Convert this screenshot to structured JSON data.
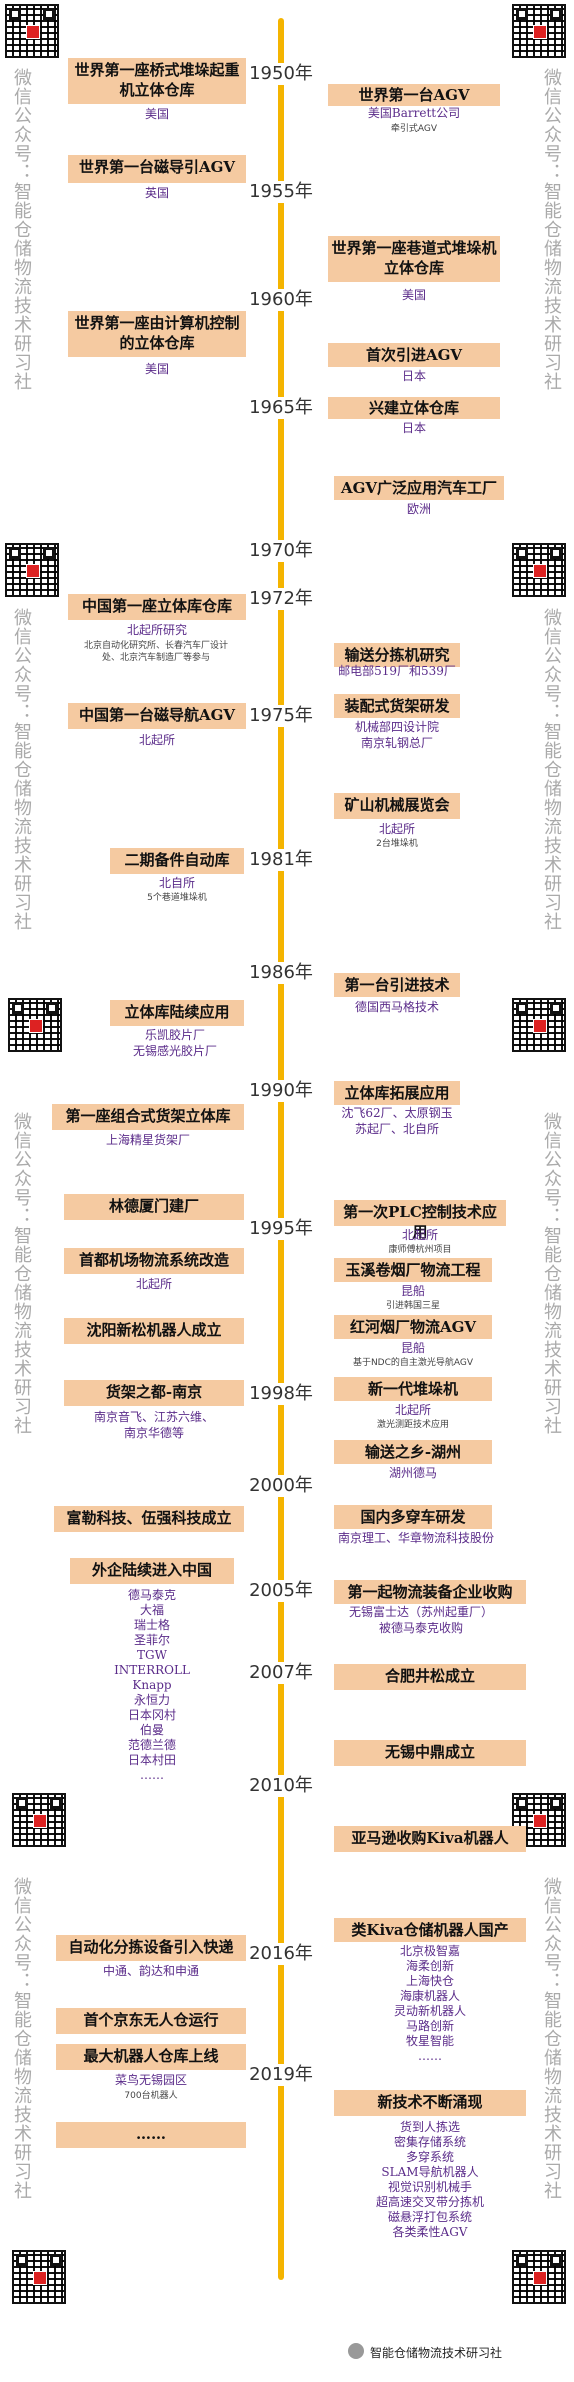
{
  "years": [
    "1950年",
    "1955年",
    "1960年",
    "1965年",
    "1970年",
    "1972年",
    "1975年",
    "1981年",
    "1986年",
    "1990年",
    "1995年",
    "1998年",
    "2000年",
    "2005年",
    "2007年",
    "2010年",
    "2016年",
    "2019年"
  ],
  "side_text": "微信公众号：智能仓储物流技术研习社",
  "footer": "智能仓储物流技术研习社",
  "colors": {
    "axis": "#f4b400",
    "box": "#f5caa1",
    "sub": "#5b2c8a"
  },
  "left": {
    "e1": {
      "title": "世界第一座桥式堆垛起重机立体仓库",
      "sub": "美国"
    },
    "e2": {
      "title": "世界第一台磁导引AGV",
      "sub": "英国"
    },
    "e3": {
      "title": "世界第一座由计算机控制的立体仓库",
      "sub": "美国"
    },
    "e4": {
      "title": "中国第一座立体库仓库",
      "sub": "北起所研究",
      "note": "北京自动化研究所、长春汽车厂设计处、北京汽车制造厂等参与"
    },
    "e5": {
      "title": "中国第一台磁导航AGV",
      "sub": "北起所"
    },
    "e6": {
      "title": "二期备件自动库",
      "sub": "北自所",
      "note": "5个巷道堆垛机"
    },
    "e7": {
      "title": "立体库陆续应用",
      "sub1": "乐凯胶片厂",
      "sub2": "无锡感光胶片厂"
    },
    "e8": {
      "title": "第一座组合式货架立体库",
      "sub": "上海精星货架厂"
    },
    "e9": {
      "title": "林德厦门建厂"
    },
    "e10": {
      "title": "首都机场物流系统改造",
      "sub": "北起所"
    },
    "e11": {
      "title": "沈阳新松机器人成立"
    },
    "e12": {
      "title": "货架之都-南京",
      "sub1": "南京音飞、江苏六维、",
      "sub2": "南京华德等"
    },
    "e13": {
      "title": "富勒科技、伍强科技成立"
    },
    "e14": {
      "title": "外企陆续进入中国",
      "list": [
        "德马泰克",
        "大福",
        "瑞士格",
        "圣菲尔",
        "TGW",
        "INTERROLL",
        "Knapp",
        "永恒力",
        "日本冈村",
        "伯曼",
        "范德兰德",
        "日本村田",
        "……"
      ]
    },
    "e15": {
      "title": "自动化分拣设备引入快递",
      "sub": "中通、韵达和申通"
    },
    "e16": {
      "title": "首个京东无人仓运行"
    },
    "e17": {
      "title": "最大机器人仓库上线",
      "sub": "菜鸟无锡园区",
      "note": "700台机器人"
    },
    "e18": {
      "title": "……"
    }
  },
  "right": {
    "r1": {
      "title": "世界第一台AGV",
      "sub": "美国Barrett公司",
      "note": "牵引式AGV"
    },
    "r2": {
      "title": "世界第一座巷道式堆垛机立体仓库",
      "sub": "美国"
    },
    "r3": {
      "title": "首次引进AGV",
      "sub": "日本"
    },
    "r4": {
      "title": "兴建立体仓库",
      "sub": "日本"
    },
    "r5": {
      "title": "AGV广泛应用汽车工厂",
      "sub": "欧洲"
    },
    "r6": {
      "title": "输送分拣机研究",
      "sub": "邮电部519厂和539厂"
    },
    "r7": {
      "title": "装配式货架研发",
      "sub1": "机械部四设计院",
      "sub2": "南京轧钢总厂"
    },
    "r8": {
      "title": "矿山机械展览会",
      "sub": "北起所",
      "note": "2台堆垛机"
    },
    "r9": {
      "title": "第一台引进技术",
      "sub": "德国西马格技术"
    },
    "r10": {
      "title": "立体库拓展应用",
      "sub1": "沈飞62厂、太原钢玉",
      "sub2": "苏起厂、北自所"
    },
    "r11": {
      "title": "第一次PLC控制技术应用",
      "sub": "北起所",
      "note": "康师傅杭州项目"
    },
    "r12": {
      "title": "玉溪卷烟厂物流工程",
      "sub": "昆船",
      "note": "引进韩国三星"
    },
    "r13": {
      "title": "红河烟厂物流AGV",
      "sub": "昆船",
      "note": "基于NDC的自主激光导航AGV"
    },
    "r14": {
      "title": "新一代堆垛机",
      "sub": "北起所",
      "note": "激光测距技术应用"
    },
    "r15": {
      "title": "输送之乡-湖州",
      "sub": "湖州德马"
    },
    "r16": {
      "title": "国内多穿车研发",
      "sub": "南京理工、华章物流科技股份"
    },
    "r17": {
      "title": "第一起物流装备企业收购",
      "sub1": "无锡富士达（苏州起重厂）",
      "sub2": "被德马泰克收购"
    },
    "r18": {
      "title": "合肥井松成立"
    },
    "r19": {
      "title": "无锡中鼎成立"
    },
    "r20": {
      "title": "亚马逊收购Kiva机器人"
    },
    "r21": {
      "title": "类Kiva仓储机器人国产",
      "list": [
        "北京极智嘉",
        "海柔创新",
        "上海快仓",
        "海康机器人",
        "灵动新机器人",
        "马路创新",
        "牧星智能",
        "……"
      ]
    },
    "r22": {
      "title": "新技术不断涌现",
      "list": [
        "货到人拣选",
        "密集存储系统",
        "多穿系统",
        "SLAM导航机器人",
        "视觉识别机械手",
        "超高速交叉带分拣机",
        "磁悬浮打包系统",
        "各类柔性AGV"
      ]
    }
  }
}
